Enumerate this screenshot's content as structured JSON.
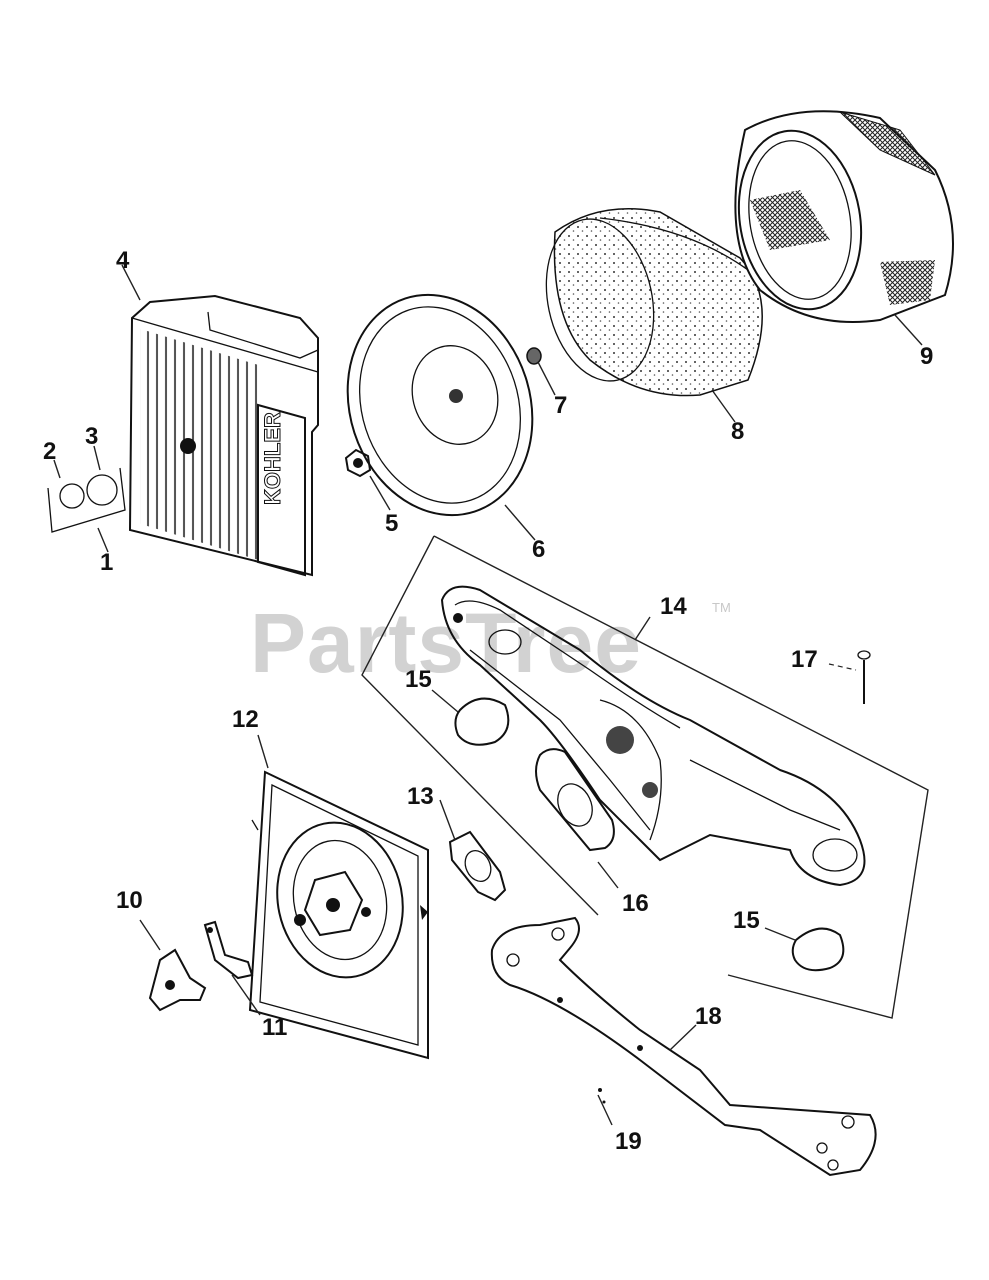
{
  "watermark": {
    "text": "PartsTree",
    "tm": "TM"
  },
  "brand_label": "KOHLER",
  "callouts": {
    "c1": "1",
    "c2": "2",
    "c3": "3",
    "c4": "4",
    "c5": "5",
    "c6": "6",
    "c7": "7",
    "c8": "8",
    "c9": "9",
    "c10": "10",
    "c11": "11",
    "c12": "12",
    "c13": "13",
    "c14": "14",
    "c15a": "15",
    "c15b": "15",
    "c16": "16",
    "c17": "17",
    "c18": "18",
    "c19": "19"
  }
}
